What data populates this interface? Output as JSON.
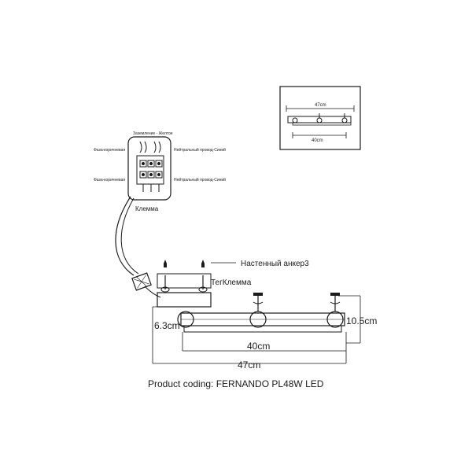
{
  "inset": {
    "dim_top": "47cm",
    "dim_bottom": "40cm"
  },
  "wiring": {
    "ground_label": "Заземление - Желтое",
    "phase_label_1": "Фаза-коричневая",
    "phase_label_2": "Фаза-коричневая",
    "neutral_label_1": "Нейтральный провод-Синий",
    "neutral_label_2": "Нейтральный провод-Синий",
    "terminal_label": "Клемма"
  },
  "mount": {
    "anchor_label": "Настенный анкер3",
    "terminal_label": "ТегКлемма"
  },
  "dimensions": {
    "depth": "6.3cm",
    "height": "10.5cm",
    "inner_width": "40cm",
    "total_width": "47cm"
  },
  "product": {
    "caption": "Product coding: FERNANDO PL48W LED"
  },
  "colors": {
    "line": "#1a1a1a",
    "light_line": "#666666"
  }
}
